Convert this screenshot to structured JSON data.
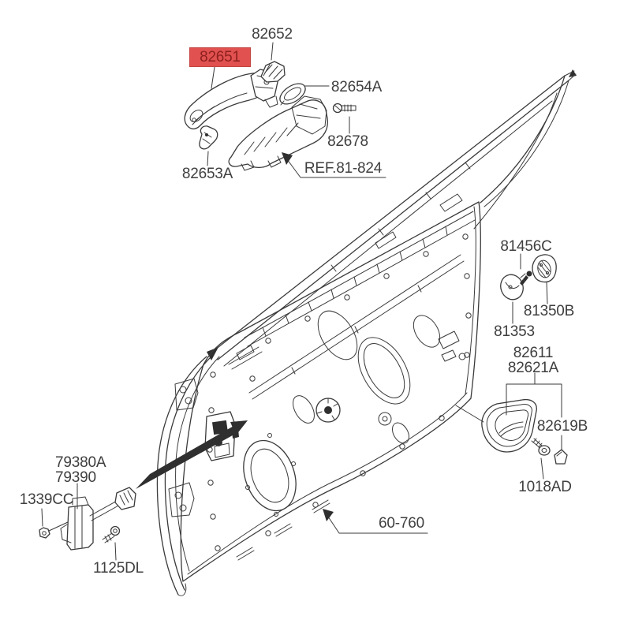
{
  "diagram_type": "vehicle front door panel parts diagram",
  "colors": {
    "background": "#ffffff",
    "line": "#3a3a3a",
    "label_text": "#3f3f3f",
    "highlight_fill": "#e0514f",
    "highlight_border": "#c24541",
    "highlight_text": "#8e1f1f"
  },
  "highlighted_part": "82651",
  "labels": {
    "p82652": "82652",
    "p82651": "82651",
    "p82654A": "82654A",
    "p82678": "82678",
    "ref_81_824": "REF.81-824",
    "p82653A": "82653A",
    "p81456C": "81456C",
    "p81350B": "81350B",
    "p81353": "81353",
    "p82611": "82611",
    "p82621A": "82621A",
    "p82619B": "82619B",
    "p1018AD": "1018AD",
    "p79380A": "79380A",
    "p79390": "79390",
    "p1339CC": "1339CC",
    "p1125DL": "1125DL",
    "g60_760": "60-760"
  }
}
